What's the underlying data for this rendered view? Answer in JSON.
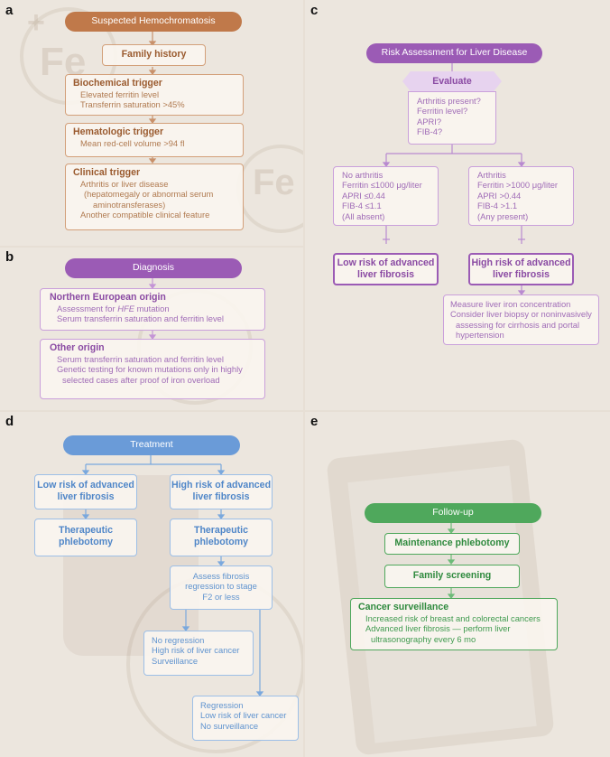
{
  "panels": {
    "a": {
      "label": "a",
      "title": "Suspected Hemochromatosis",
      "family": "Family history",
      "bio_head": "Biochemical trigger",
      "bio_1": "Elevated ferritin level",
      "bio_2": "Transferrin saturation >45%",
      "hema_head": "Hematologic trigger",
      "hema_1": "Mean red-cell volume >94 fl",
      "clin_head": "Clinical trigger",
      "clin_1": "Arthritis or liver disease",
      "clin_2": "(hepatomegaly or abnormal serum",
      "clin_3": "aminotransferases)",
      "clin_4": "Another compatible clinical feature",
      "bg_symbol": "Fe",
      "bg_plus": "+"
    },
    "b": {
      "label": "b",
      "title": "Diagnosis",
      "ne_head": "Northern European origin",
      "ne_1_pre": "Assessment for ",
      "ne_1_em": "HFE",
      "ne_1_post": " mutation",
      "ne_2": "Serum transferrin saturation and ferritin level",
      "oo_head": "Other origin",
      "oo_1": "Serum transferrin saturation and ferritin level",
      "oo_2": "Genetic testing for known mutations only in highly",
      "oo_3": "selected cases after proof of iron overload"
    },
    "c": {
      "label": "c",
      "title": "Risk Assessment for Liver Disease",
      "evaluate": "Evaluate",
      "eval_1": "Arthritis present?",
      "eval_2": "Ferritin level?",
      "eval_3": "APRI?",
      "eval_4": "FIB-4?",
      "left_1": "No arthritis",
      "left_2": "Ferritin ≤1000 μg/liter",
      "left_3": "APRI ≤0.44",
      "left_4": "FIB-4 ≤1.1",
      "left_5": "(All absent)",
      "right_1": "Arthritis",
      "right_2": "Ferritin >1000 μg/liter",
      "right_3": "APRI >0.44",
      "right_4": "FIB-4 >1.1",
      "right_5": "(Any present)",
      "low_1": "Low risk of advanced",
      "low_2": "liver fibrosis",
      "high_1": "High risk of advanced",
      "high_2": "liver fibrosis",
      "meas_1": "Measure liver iron concentration",
      "meas_2": "Consider liver biopsy or noninvasively",
      "meas_3": "assessing for cirrhosis and portal",
      "meas_4": "hypertension"
    },
    "d": {
      "label": "d",
      "title": "Treatment",
      "low_1": "Low risk of advanced",
      "low_2": "liver fibrosis",
      "high_1": "High risk of advanced",
      "high_2": "liver fibrosis",
      "ther_1": "Therapeutic",
      "ther_2": "phlebotomy",
      "assess_1": "Assess fibrosis",
      "assess_2": "regression to stage",
      "assess_3": "F2 or less",
      "nr_1": "No regression",
      "nr_2": "High risk of liver cancer",
      "nr_3": "Surveillance",
      "r_1": "Regression",
      "r_2": "Low risk of liver cancer",
      "r_3": "No surveillance"
    },
    "e": {
      "label": "e",
      "title": "Follow-up",
      "maint": "Maintenance phlebotomy",
      "family": "Family screening",
      "cancer_head": "Cancer surveillance",
      "cancer_1": "Increased risk of breast and colorectal cancers",
      "cancer_2": "Advanced liver fibrosis — perform liver",
      "cancer_3": "ultrasonography every 6 mo"
    }
  },
  "colors": {
    "brown": "#bf7a4a",
    "brown_text": "#9a5a2e",
    "purple": "#9b5bb5",
    "purple_text": "#8a4aa3",
    "blue": "#6a9bd8",
    "blue_text": "#4f86c8",
    "green": "#4fa85c",
    "green_text": "#2f8a3e"
  }
}
